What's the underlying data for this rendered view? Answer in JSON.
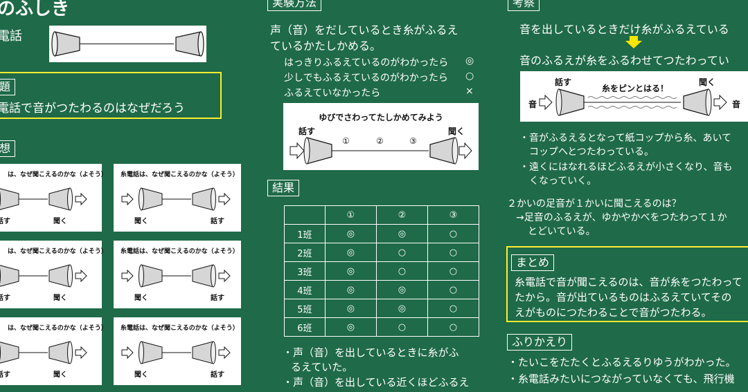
{
  "left": {
    "title_fragment": "のふしき",
    "denwa_label": "電話",
    "mondai_label": "題",
    "mondai_text": "電話で音がつたわるのはなぜだろう",
    "yosou_label": "想",
    "card_title": "糸電話は、なぜ聞こえるのかな（よそう）",
    "card_title_cut": "は、なぜ聞こえるのかな（よそう）",
    "card_speak": "話す",
    "card_listen": "聞く",
    "card_speak_cut": "話す"
  },
  "middle": {
    "jikken_label": "実験方法",
    "method_line1": "声（音）をだしているとき糸がふるえ",
    "method_line2": "ているかたしかめる。",
    "criteria": [
      {
        "text": "はっきりふるえているのがわかったら",
        "mark": "◎"
      },
      {
        "text": "少しでもふるえているのがわかったら",
        "mark": "○"
      },
      {
        "text": "ふるえていなかったら",
        "mark": "×"
      }
    ],
    "diagram_title": "ゆびでさわってたしかめてみよう",
    "diagram_speak": "話す",
    "diagram_listen": "聞く",
    "diagram_points": [
      "①",
      "②",
      "③"
    ],
    "kekka_label": "結果",
    "results_header": [
      "",
      "①",
      "②",
      "③"
    ],
    "results_rows": [
      [
        "1班",
        "◎",
        "◎",
        "○"
      ],
      [
        "2班",
        "◎",
        "○",
        "○"
      ],
      [
        "3班",
        "◎",
        "○",
        "○"
      ],
      [
        "4班",
        "◎",
        "◎",
        "○"
      ],
      [
        "5班",
        "◎",
        "◎",
        "○"
      ],
      [
        "6班",
        "◎",
        "○",
        "○"
      ]
    ],
    "bullet1_line1": "・声（音）を出しているときに糸がふ",
    "bullet1_line2": "るえていた。",
    "bullet2_line1": "・声（音）を出している近くほどふるえ"
  },
  "right": {
    "kousatsu_label": "考察",
    "kousatsu_line1": "音を出しているときだけ糸がふるえている",
    "kousatsu_line2": "音のふるえが糸をふるわせてつたわってい",
    "diagram_speak": "話す",
    "diagram_listen": "聞く",
    "diagram_caption": "糸をピンとはる！",
    "diagram_sound_in": "音",
    "diagram_sound_out": "音",
    "bullet1_line1": "・音がふるえるとなって紙コップから糸、あいて",
    "bullet1_line2": "コップへとつたわっている。",
    "bullet2_line1": "・遠くにはなれるほどふるえが小さくなり、音も",
    "bullet2_line2": "くなっていく。",
    "q_line": "２かいの足音が１かいに聞こえるのは？",
    "a_line1": "→足音のふるえが、ゆかやかべをつたわって１か",
    "a_line2": "とどいている。",
    "matome_label": "まとめ",
    "matome_line1": "糸電話で音が聞こえるのは、音が糸をつたわって",
    "matome_line2": "たから。音が出ているものはふるえていてその",
    "matome_line3": "えがものにつたわることで音がつたわる。",
    "furikaeri_label": "ふりかえり",
    "furi_line1": "・たいこをたたくとふるえるりゆうがわかった。",
    "furi_line2": "・糸電話みたいにつながっていなくても、飛行機"
  },
  "colors": {
    "board": "#1f6a48",
    "highlight": "#ffee32",
    "arrow": "#f7e600"
  }
}
